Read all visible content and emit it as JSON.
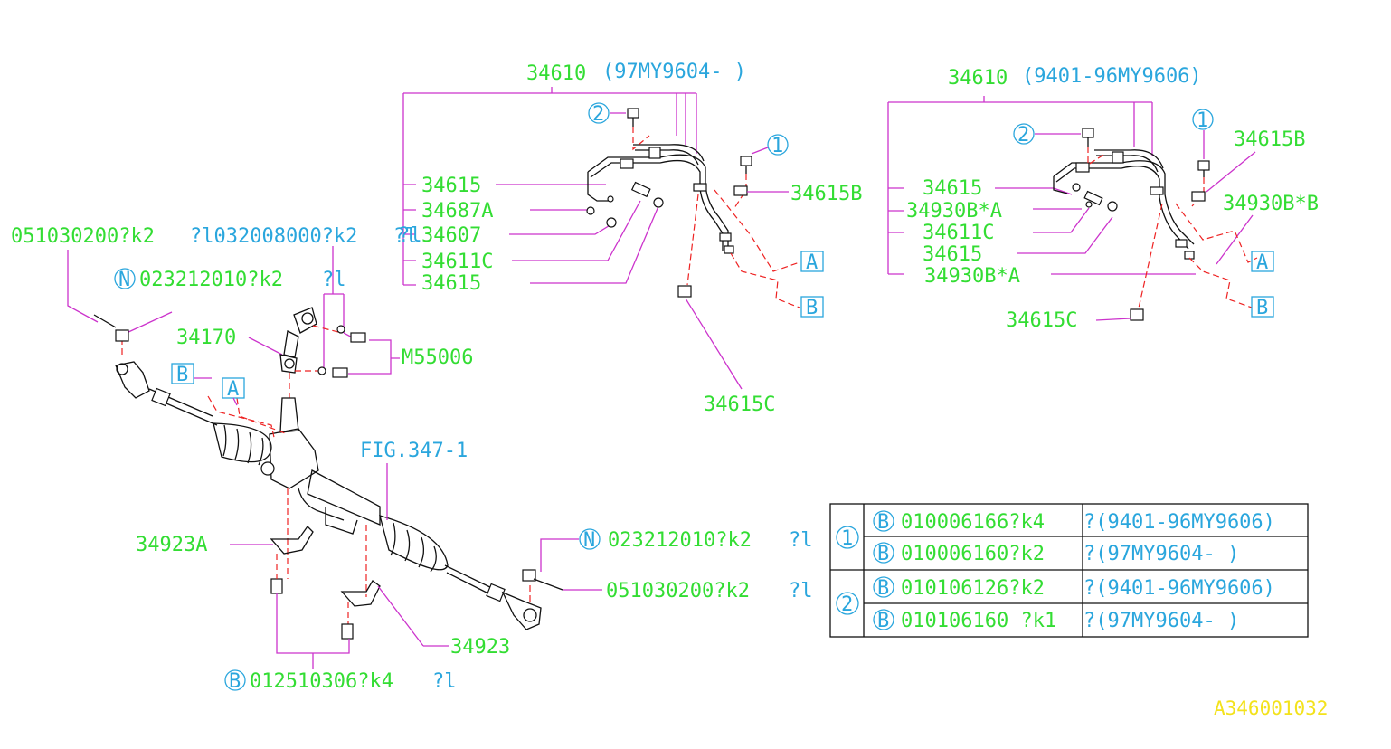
{
  "groups": {
    "new_label": "34610",
    "new_range": "(97MY9604-       )",
    "old_label": "34610",
    "old_range": "(9401-96MY9606)"
  },
  "labels": {
    "p34615_a": "34615",
    "p34687A": "34687A",
    "p34607": "34607",
    "p34607_note": "?l",
    "p34611C_a": "34611C",
    "p34615_b": "34615",
    "p34615B_a": "34615B",
    "p34615C_a": "34615C",
    "p34615_c": "34615",
    "p34930BA_a": "34930B*A",
    "p34611C_b": "34611C",
    "p34615_d": "34615",
    "p34930BA_b": "34930B*A",
    "p34615B_b": "34615B",
    "p34930BB": "34930B*B",
    "p34615C_b": "34615C",
    "bolt_top_left": "051030200?k2",
    "nut_top": "?l032008000?k2",
    "nut_top_note": "?l",
    "n_top_code": "023212010?k2",
    "n_top_note": "?l",
    "p34170": "34170",
    "pM55006": "M55006",
    "fig": "FIG.347-1",
    "p34923A": "34923A",
    "p34923": "34923",
    "n_right_code": "023212010?k2",
    "n_right_note": "?l",
    "bolt_right": "051030200?k2",
    "bolt_right_note": "?l",
    "b_bottom_code": "012510306?k4",
    "b_bottom_note": "?l",
    "ref_code": "A346001032"
  },
  "markers": {
    "n": "N",
    "b": "B",
    "one": "1",
    "two": "2",
    "A": "A",
    "Bbox": "B"
  },
  "table": {
    "rows": [
      {
        "group": "1",
        "marker": "B",
        "code": "010006166?k4",
        "range": "?(9401-96MY9606)"
      },
      {
        "group": "1",
        "marker": "B",
        "code": "010006160?k2",
        "range": "?(97MY9604-       )"
      },
      {
        "group": "2",
        "marker": "B",
        "code": "010106126?k2",
        "range": "?(9401-96MY9606)"
      },
      {
        "group": "2",
        "marker": "B",
        "code": "010106160 ?k1",
        "range": "?(97MY9604-       )"
      }
    ]
  },
  "colors": {
    "label": "#33dd33",
    "marker": "#2aa6dd",
    "leader": "#cc33cc",
    "dashed": "#ee2222",
    "ref": "#f3e21c"
  }
}
